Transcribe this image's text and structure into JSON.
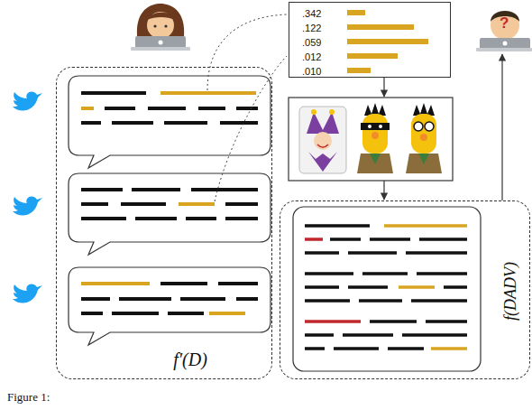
{
  "diagram": {
    "nodes": [
      {
        "text": [
          "f′(D)"
        ]
      },
      {
        "text": [
          ".342",
          ".122",
          ".059",
          ".012",
          ".010"
        ]
      },
      {
        "text": [
          "f(DADV)"
        ]
      }
    ],
    "labels": [
      "?",
      "Figure 1:"
    ]
  }
}
